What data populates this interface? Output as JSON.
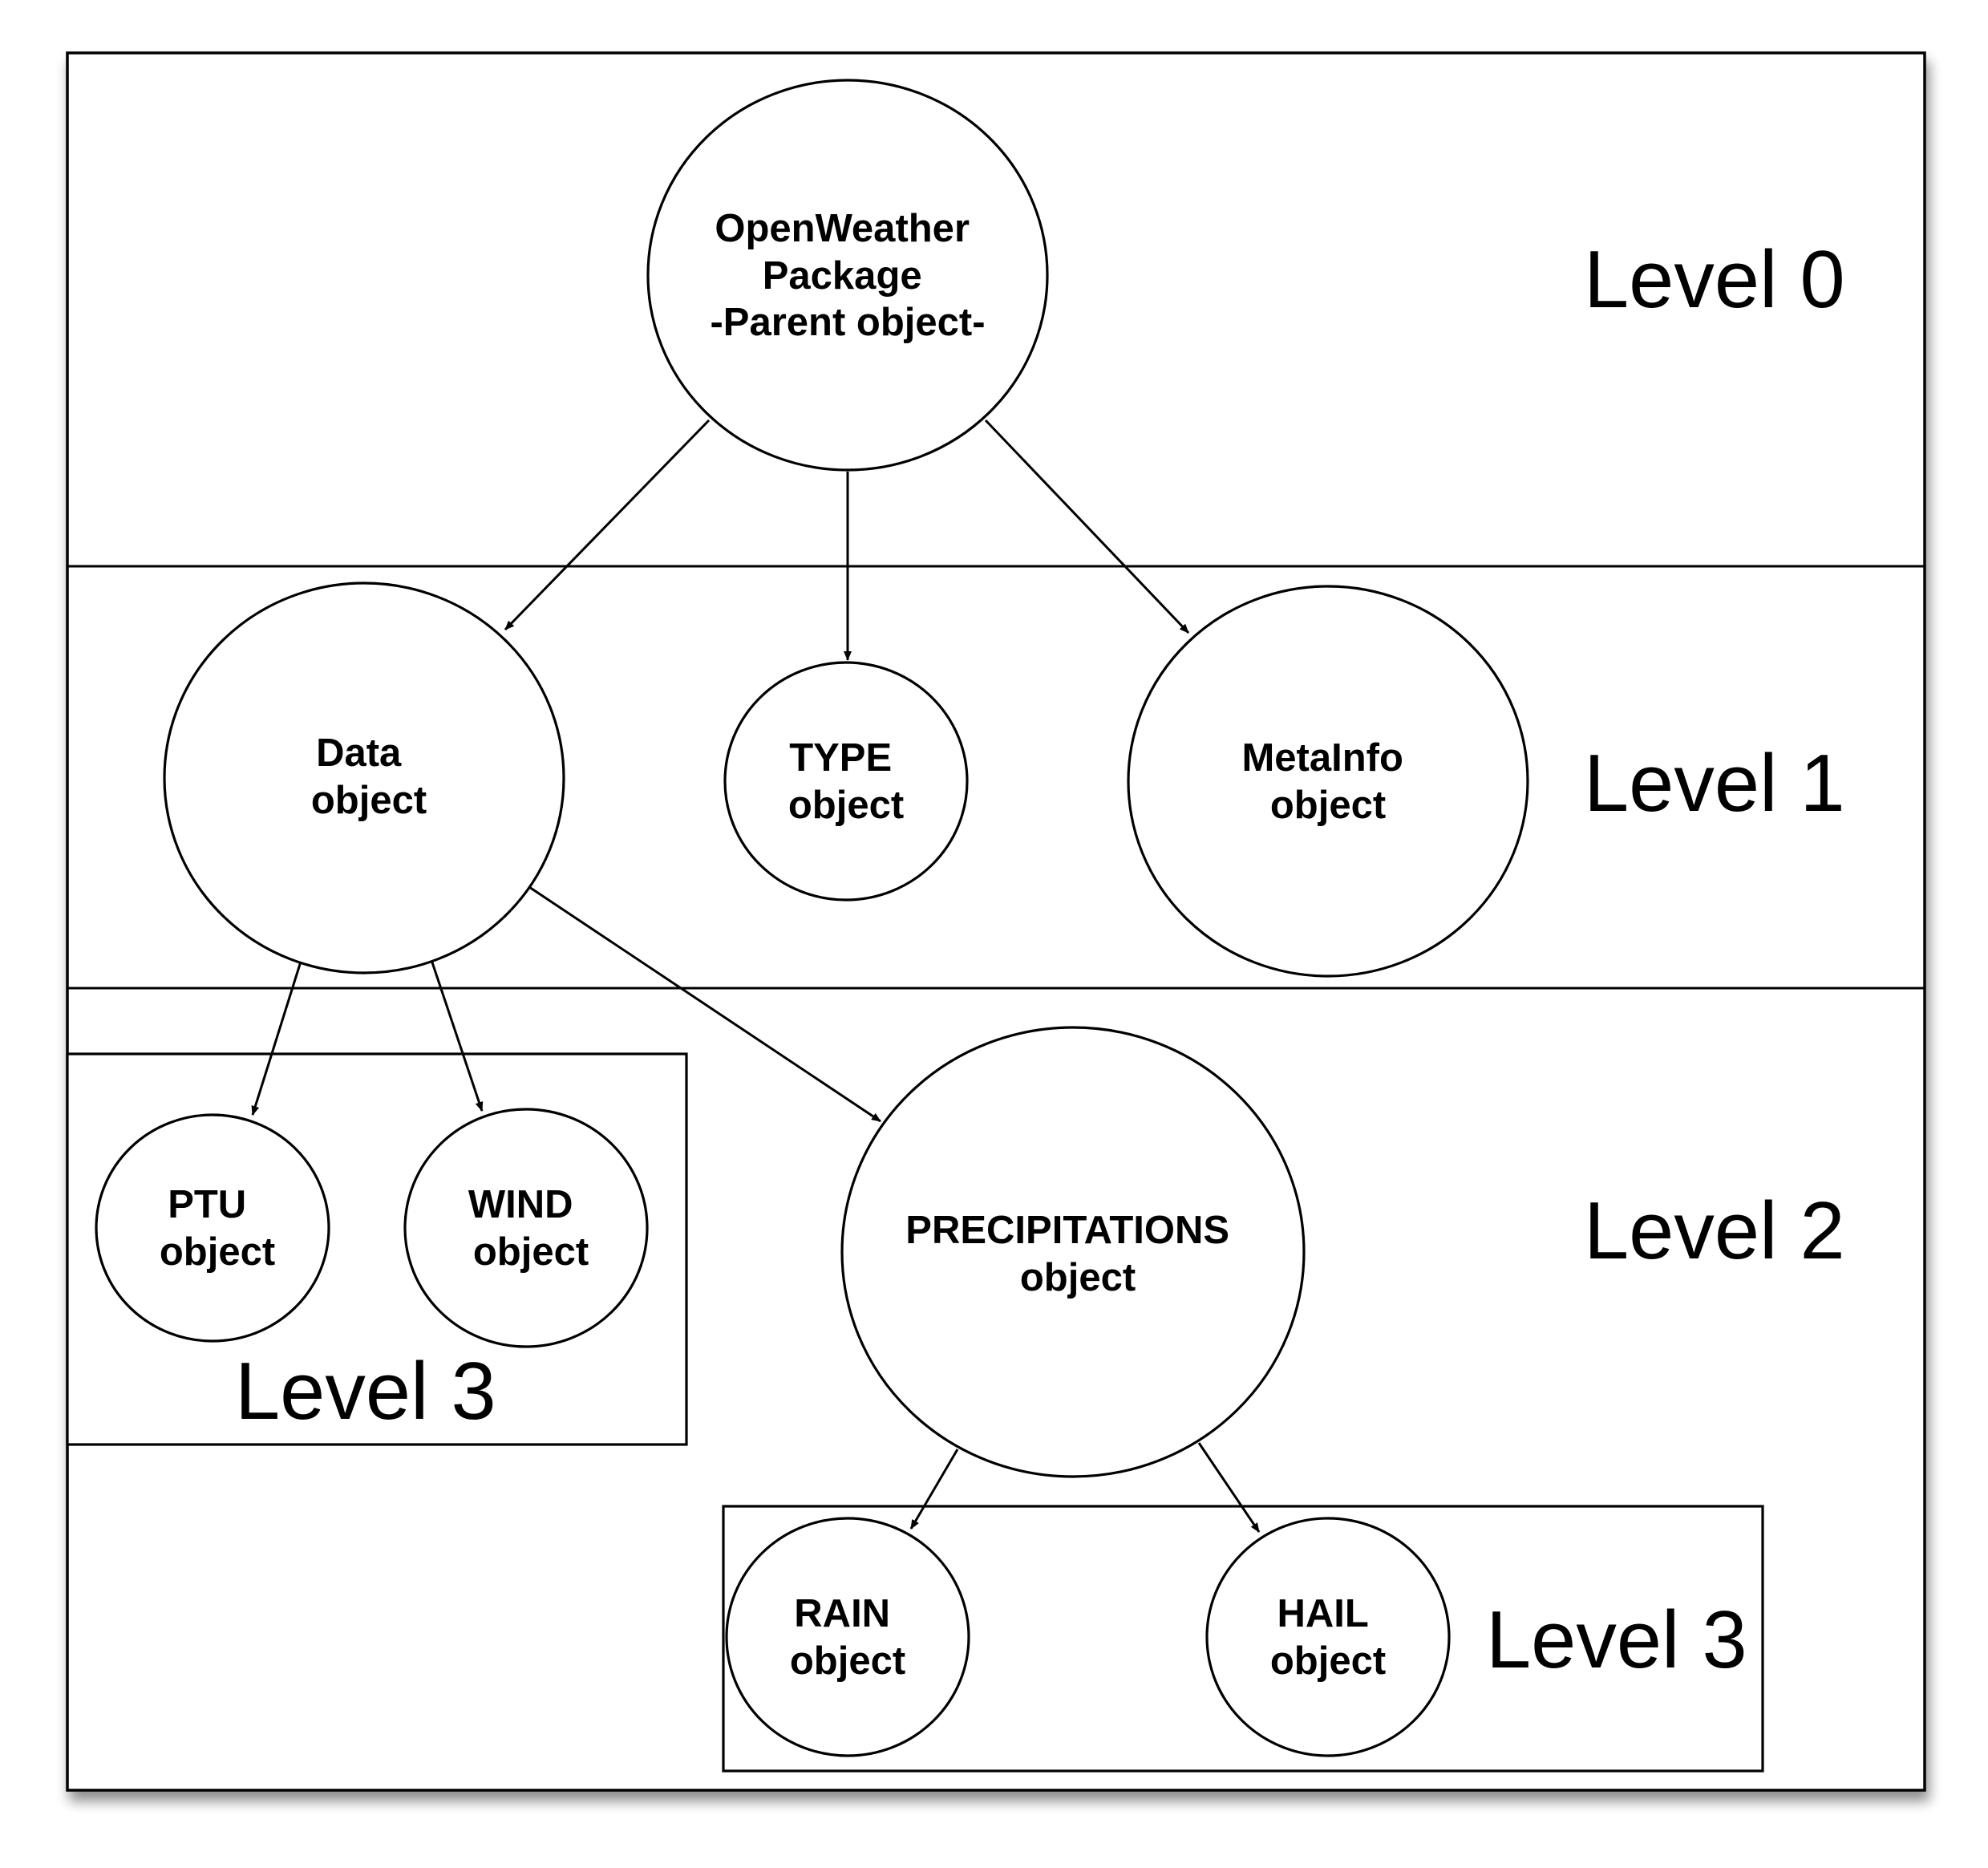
{
  "diagram": {
    "nodes": [
      {
        "id": "openweather",
        "lines": [
          "OpenWeather",
          "Package",
          "-Parent object-"
        ]
      },
      {
        "id": "data",
        "lines": [
          "Data",
          "object"
        ]
      },
      {
        "id": "type",
        "lines": [
          "TYPE",
          "object"
        ]
      },
      {
        "id": "metainfo",
        "lines": [
          "MetaInfo",
          "object"
        ]
      },
      {
        "id": "ptu",
        "lines": [
          "PTU",
          "object"
        ]
      },
      {
        "id": "wind",
        "lines": [
          "WIND",
          "object"
        ]
      },
      {
        "id": "precipitations",
        "lines": [
          "PRECIPITATIONS",
          "object"
        ]
      },
      {
        "id": "rain",
        "lines": [
          "RAIN",
          "object"
        ]
      },
      {
        "id": "hail",
        "lines": [
          "HAIL",
          "object"
        ]
      }
    ],
    "edges": [
      {
        "from": "openweather",
        "to": "data"
      },
      {
        "from": "openweather",
        "to": "type"
      },
      {
        "from": "openweather",
        "to": "metainfo"
      },
      {
        "from": "data",
        "to": "ptu"
      },
      {
        "from": "data",
        "to": "wind"
      },
      {
        "from": "data",
        "to": "precipitations"
      },
      {
        "from": "precipitations",
        "to": "rain"
      },
      {
        "from": "precipitations",
        "to": "hail"
      }
    ],
    "levels": [
      {
        "id": "level-0",
        "label": "Level 0"
      },
      {
        "id": "level-1",
        "label": "Level 1"
      },
      {
        "id": "level-2",
        "label": "Level 2"
      },
      {
        "id": "level-3-left",
        "label": "Level 3"
      },
      {
        "id": "level-3-right",
        "label": "Level 3"
      }
    ]
  }
}
